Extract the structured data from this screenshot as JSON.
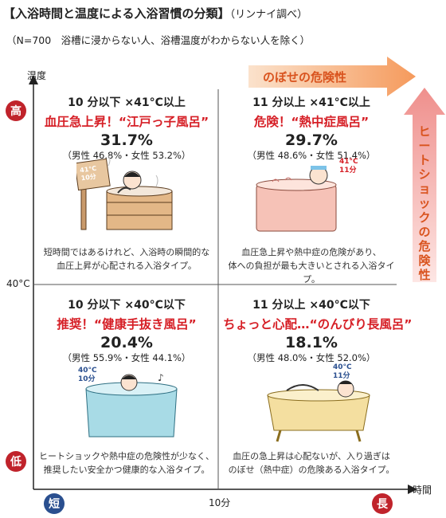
{
  "title": "【入浴時間と温度による入浴習慣の分類】",
  "source": "（リンナイ調べ）",
  "subtitle": "（N=700　浴槽に浸からない人、浴槽温度がわからない人を除く）",
  "axes": {
    "y_label": "温度",
    "x_label": "時間",
    "y_mid": "40°C",
    "x_mid": "10分",
    "high": "高",
    "low": "低",
    "short": "短",
    "long": "長"
  },
  "arrows": {
    "horizontal": "のぼせの危険性",
    "vertical": "ヒートショックの危険性"
  },
  "quadrants": {
    "top_left": {
      "condition": "10 分以下 ×41°C以上",
      "name": "血圧急上昇！“江戸っ子風呂”",
      "percent": "31.7%",
      "gender": "（男性 46.8%・女性 53.2%）",
      "description": "短時間ではあるけれど、入浴時の瞬間的な\n血圧上昇が心配される入浴タイプ。",
      "sign": [
        "41°C",
        "10分"
      ]
    },
    "top_right": {
      "condition": "11 分以上 ×41°C以上",
      "name": "危険！“熱中症風呂”",
      "percent": "29.7%",
      "gender": "（男性 48.6%・女性 51.4%）",
      "description": "血圧急上昇や熱中症の危険があり、\n体への負担が最も大きいとされる入浴タイプ。",
      "sign": [
        "41°C",
        "11分"
      ]
    },
    "bottom_left": {
      "condition": "10 分以下 ×40°C以下",
      "name": "推奨！“健康手抜き風呂”",
      "percent": "20.4%",
      "gender": "（男性 55.9%・女性 44.1%）",
      "description": "ヒートショックや熱中症の危険性が少なく、\n推奨したい安全かつ健康的な入浴タイプ。",
      "sign": [
        "40°C",
        "10分"
      ]
    },
    "bottom_right": {
      "condition": "11 分以上 ×40°C以下",
      "name": "ちょっと心配…“のんびり長風呂”",
      "percent": "18.1%",
      "gender": "（男性 48.0%・女性 52.0%）",
      "description": "血圧の急上昇は心配ないが、入り過ぎは\nのぼせ（熱中症）の危険ある入浴タイプ。",
      "sign": [
        "40°C",
        "11分"
      ]
    }
  },
  "colors": {
    "red": "#d61f26",
    "badge_red": "#c0232b",
    "badge_blue": "#2a4f8f",
    "arrow_orange": "#f6b27a",
    "arrow_pink": "#f3b0ae"
  }
}
